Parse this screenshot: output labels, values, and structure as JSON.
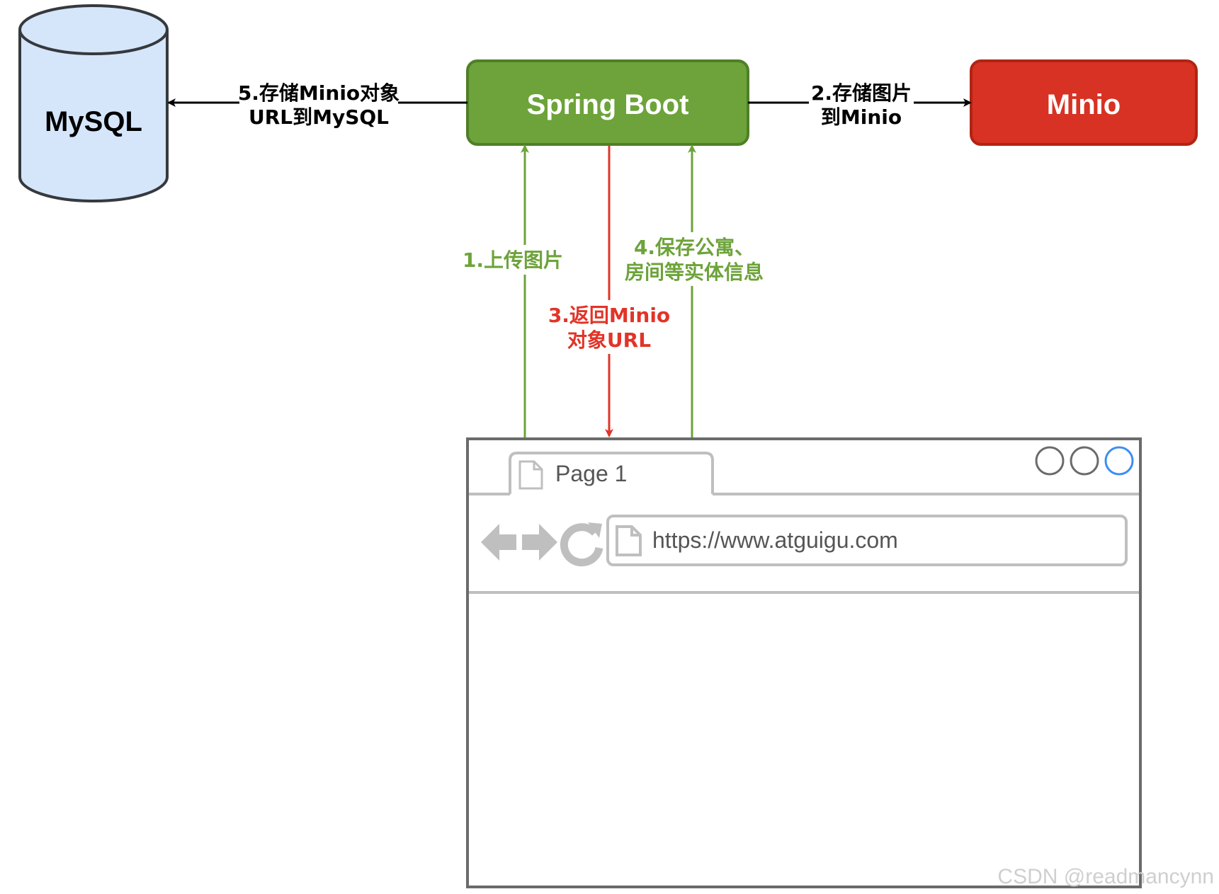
{
  "nodes": {
    "mysql": {
      "label": "MySQL",
      "fill": "#d5e6fb",
      "stroke": "#36393d"
    },
    "spring_boot": {
      "label": "Spring Boot",
      "fill": "#6da33a",
      "stroke": "#4f7f27",
      "text_color": "#ffffff"
    },
    "minio": {
      "label": "Minio",
      "fill": "#d73223",
      "stroke": "#b12414",
      "text_color": "#ffffff"
    }
  },
  "edges": {
    "store_url": {
      "line1": "5.存储Minio对象",
      "line2": "URL到MySQL",
      "color": "#000000"
    },
    "store_image": {
      "line1": "2.存储图片",
      "line2": "到Minio",
      "color": "#000000"
    },
    "upload": {
      "line1": "1.上传图片",
      "color": "#6da33a"
    },
    "return_url": {
      "line1": "3.返回Minio",
      "line2": "对象URL",
      "color": "#e23428"
    },
    "save_info": {
      "line1": "4.保存公寓、",
      "line2": "房间等实体信息",
      "color": "#6da33a"
    }
  },
  "browser": {
    "tab_label": "Page 1",
    "url": "https://www.atguigu.com",
    "frame_color": "#6b6b6b",
    "chrome_color": "#bfbfbf",
    "icons": [
      "file-icon",
      "back-arrow-icon",
      "forward-arrow-icon",
      "reload-icon",
      "url-file-icon",
      "window-control-icon",
      "window-control-icon",
      "window-control-active-icon"
    ]
  },
  "watermark": "CSDN @readmancynn"
}
